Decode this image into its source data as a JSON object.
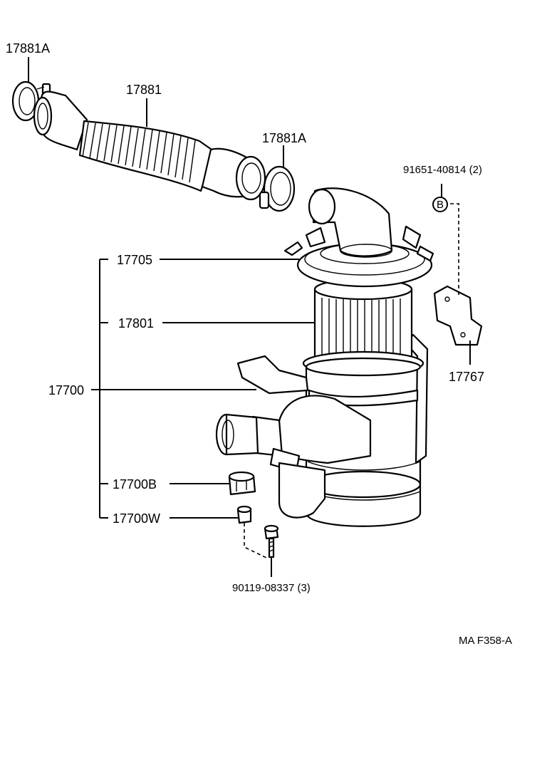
{
  "labels": {
    "clamp_top": "17881A",
    "hose": "17881",
    "clamp_right": "17881A",
    "bolt_b": "91651-40814 (2)",
    "b_marker": "B",
    "cap": "17705",
    "element": "17801",
    "assembly": "17700",
    "bracket": "17767",
    "grommet": "17700B",
    "collar": "17700W",
    "bolt_bottom": "90119-08337 (3)",
    "figure_code": "MA F358-A"
  }
}
